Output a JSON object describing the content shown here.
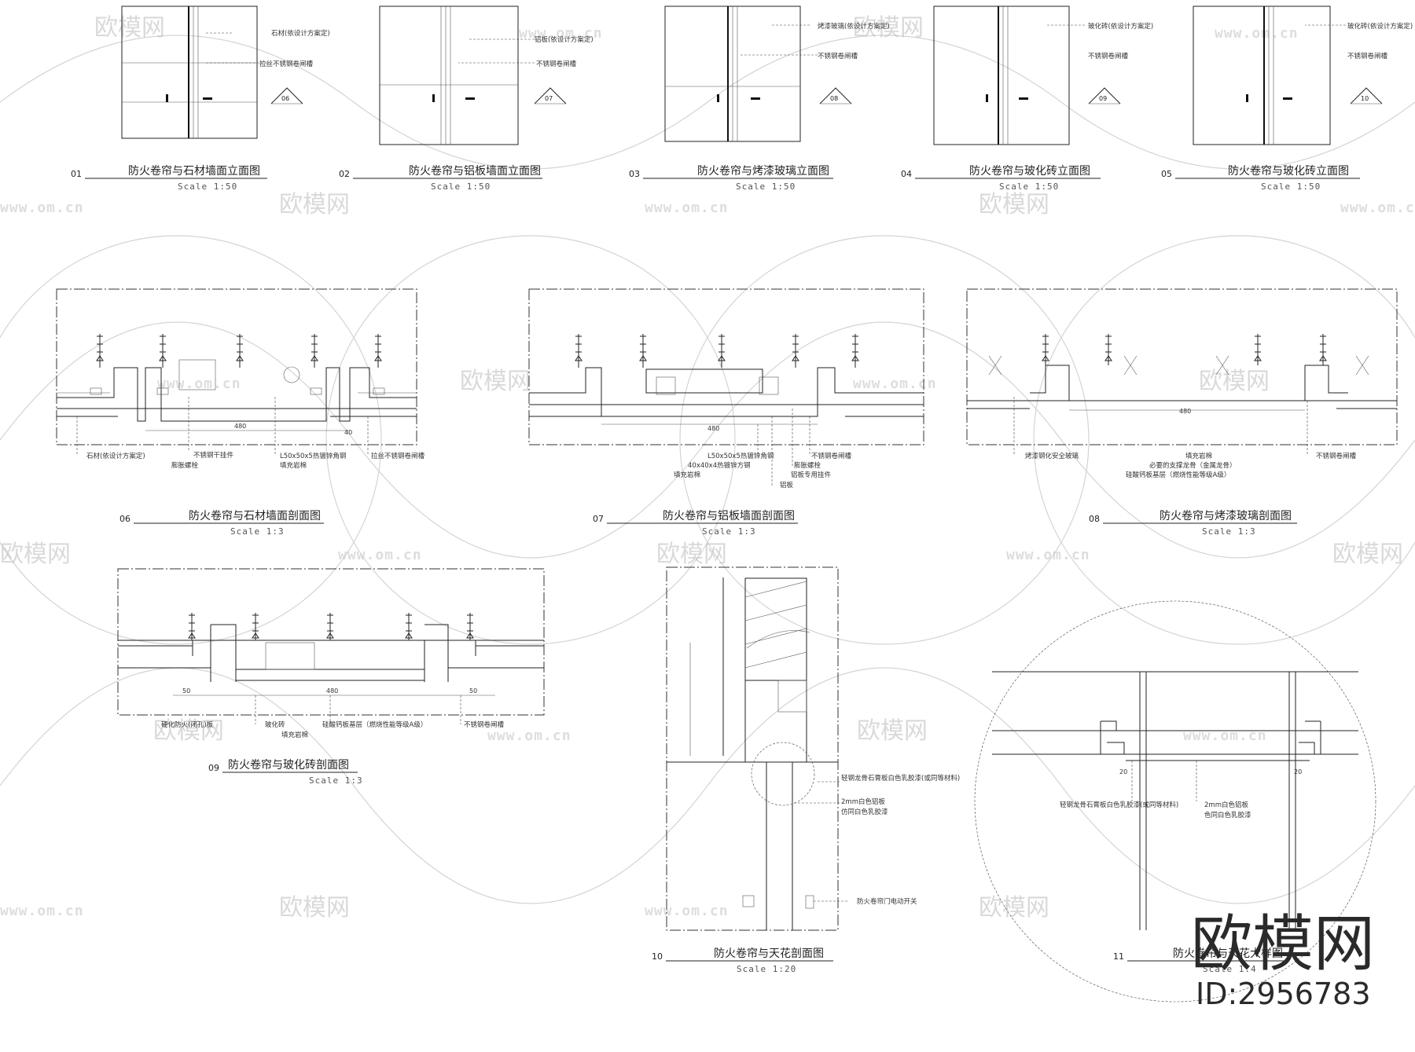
{
  "sheet": {
    "drawings": [
      {
        "number": "01",
        "title": "防火卷帘与石材墙面立面图",
        "scale": "Scale 1:50",
        "notes": [
          "石材(依设计方案定)",
          "拉丝不锈钢卷闸槽"
        ],
        "tag": "06"
      },
      {
        "number": "02",
        "title": "防火卷帘与铝板墙面立面图",
        "scale": "Scale 1:50",
        "notes": [
          "铝板(依设计方案定)",
          "不锈钢卷闸槽"
        ],
        "tag": "07"
      },
      {
        "number": "03",
        "title": "防火卷帘与烤漆玻璃立面图",
        "scale": "Scale 1:50",
        "notes": [
          "烤漆玻璃(依设计方案定)",
          "不锈钢卷闸槽"
        ],
        "tag": "08"
      },
      {
        "number": "04",
        "title": "防火卷帘与玻化砖立面图",
        "scale": "Scale 1:50",
        "notes": [
          "玻化砖(依设计方案定)",
          "不锈钢卷闸槽"
        ],
        "tag": "09"
      },
      {
        "number": "05",
        "title": "防火卷帘与玻化砖立面图",
        "scale": "Scale 1:50",
        "notes": [
          "玻化砖(依设计方案定)",
          "不锈钢卷闸槽"
        ],
        "tag": "10"
      },
      {
        "number": "06",
        "title": "防火卷帘与石材墙面剖面图",
        "scale": "Scale 1:3",
        "notes": [
          "石材(依设计方案定)",
          "不锈钢干挂件",
          "膨胀螺栓",
          "L50x50x5热镀锌角钢",
          "填充岩棉",
          "拉丝不锈钢卷闸槽"
        ],
        "dims": [
          "480",
          "40"
        ]
      },
      {
        "number": "07",
        "title": "防火卷帘与铝板墙面剖面图",
        "scale": "Scale 1:3",
        "notes": [
          "L50x50x5热镀锌角钢",
          "40x40x4热镀锌方钢",
          "填充岩棉",
          "铝板",
          "膨胀螺栓",
          "铝板专用挂件",
          "不锈钢卷闸槽"
        ],
        "dims": [
          "480"
        ]
      },
      {
        "number": "08",
        "title": "防火卷帘与烤漆玻璃剖面图",
        "scale": "Scale 1:3",
        "notes": [
          "烤漆钢化安全玻璃",
          "填充岩棉",
          "必要的支撑龙骨（金属龙骨）",
          "硅酸钙板基层（燃烧性能等级A级）",
          "不锈钢卷闸槽"
        ],
        "dims": [
          "480"
        ]
      },
      {
        "number": "09",
        "title": "防火卷帘与玻化砖剖面图",
        "scale": "Scale 1:3",
        "notes": [
          "硬化防火(闭孔)板",
          "玻化砖",
          "硅酸钙板基层（燃烧性能等级A级）",
          "填充岩棉",
          "不锈钢卷闸槽"
        ],
        "dims": [
          "50",
          "480",
          "50"
        ]
      },
      {
        "number": "10",
        "title": "防火卷帘与天花剖面图",
        "scale": "Scale 1:20",
        "notes": [
          "轻钢龙骨石膏板白色乳胶漆(或同等材料)",
          "2mm白色铝板",
          "仿同白色乳胶漆",
          "防火卷帘门电动开关"
        ]
      },
      {
        "number": "11",
        "title": "防火卷帘与天花大样图",
        "scale": "Scale 1:4",
        "notes": [
          "轻钢龙骨石膏板白色乳胶漆(或同等材料)",
          "2mm白色铝板",
          "色同白色乳胶漆"
        ],
        "dims": [
          "20",
          "20"
        ]
      }
    ]
  },
  "watermark": {
    "logo_text": "欧模网",
    "url_text": "www.om.cn"
  },
  "brand": {
    "logo": "欧模网",
    "id": "ID:2956783"
  }
}
